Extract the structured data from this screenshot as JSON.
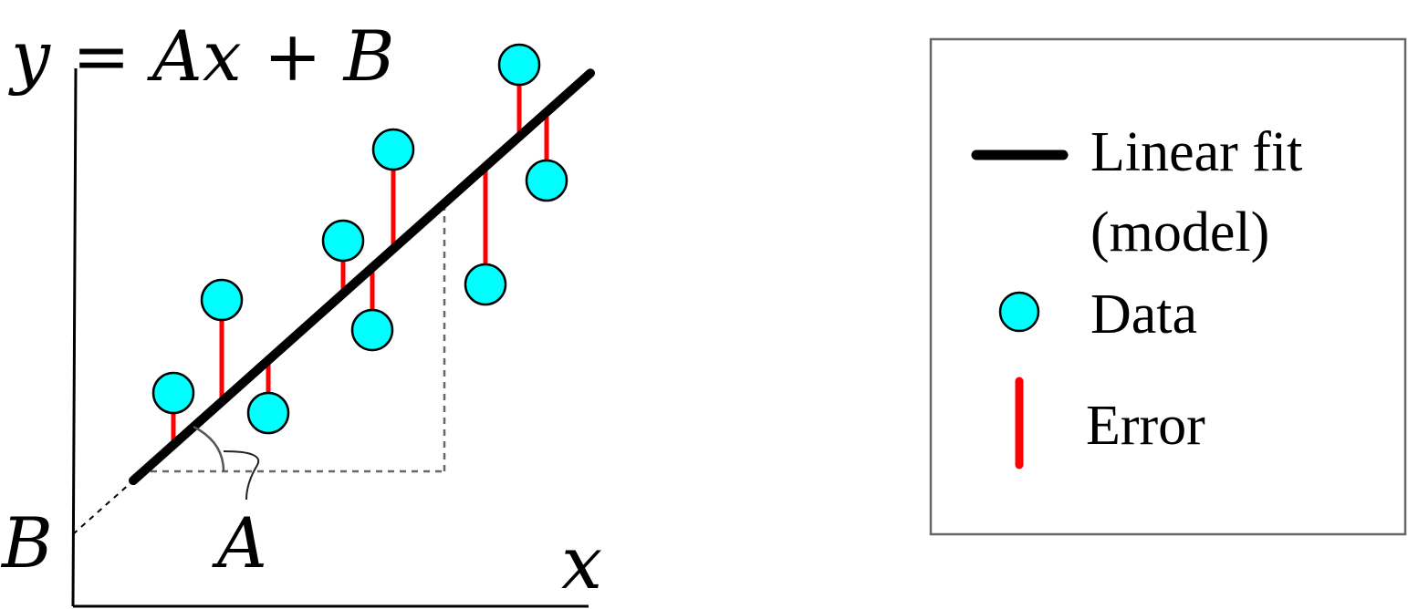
{
  "diagram": {
    "equation": "y = Ax + B",
    "x_label": "x",
    "intercept_label": "B",
    "slope_label": "A",
    "fit": {
      "slope": 0.892,
      "intercept": 1.58,
      "x_range": [
        1.32,
        11.34
      ]
    },
    "slope_triangle": {
      "x_start": 1.7,
      "x_end": 8.14,
      "y_base": 2.96
    },
    "points": [
      [
        2.2,
        4.68
      ],
      [
        3.26,
        6.72
      ],
      [
        4.28,
        4.24
      ],
      [
        5.92,
        8.02
      ],
      [
        6.56,
        6.06
      ],
      [
        7.02,
        10.02
      ],
      [
        9.04,
        7.06
      ],
      [
        9.78,
        11.88
      ],
      [
        10.38,
        9.34
      ]
    ],
    "colors": {
      "data": "#00ffff",
      "error": "#ff0000",
      "fit": "#000000",
      "legend_border": "#666666"
    }
  },
  "legend": {
    "fit_label_line1": "Linear fit",
    "fit_label_line2": "(model)",
    "data_label": "Data",
    "error_label": "Error"
  }
}
